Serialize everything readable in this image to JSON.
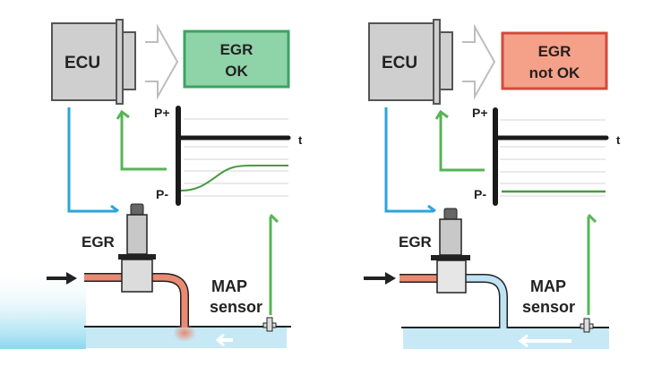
{
  "panels": [
    {
      "id": "ok",
      "ecu_label": "ECU",
      "status_line1": "EGR",
      "status_line2": "OK",
      "status_fill": "#8fd3a8",
      "status_border": "#3aa561",
      "graph": {
        "p_plus": "P+",
        "p_minus": "P-",
        "t_label": "t",
        "signal": "rising"
      },
      "egr_label": "EGR",
      "map_label_1": "MAP",
      "map_label_2": "sensor",
      "pipe_color": "#e98a72"
    },
    {
      "id": "not-ok",
      "ecu_label": "ECU",
      "status_line1": "EGR",
      "status_line2": "not OK",
      "status_fill": "#f5a089",
      "status_border": "#d24a3a",
      "graph": {
        "p_plus": "P+",
        "p_minus": "P-",
        "t_label": "t",
        "signal": "flat"
      },
      "egr_label": "EGR",
      "map_label_1": "MAP",
      "map_label_2": "sensor",
      "pipe_color": "#bfe3f3"
    }
  ],
  "colors": {
    "ecu_fill": "#cfcfcf",
    "ecu_border": "#555555",
    "signal_blue": "#29a6de",
    "signal_green": "#56b456",
    "intake_fill": "#bfe6f5",
    "axis": "#1a1a1a",
    "grid": "#d6d6d6"
  }
}
